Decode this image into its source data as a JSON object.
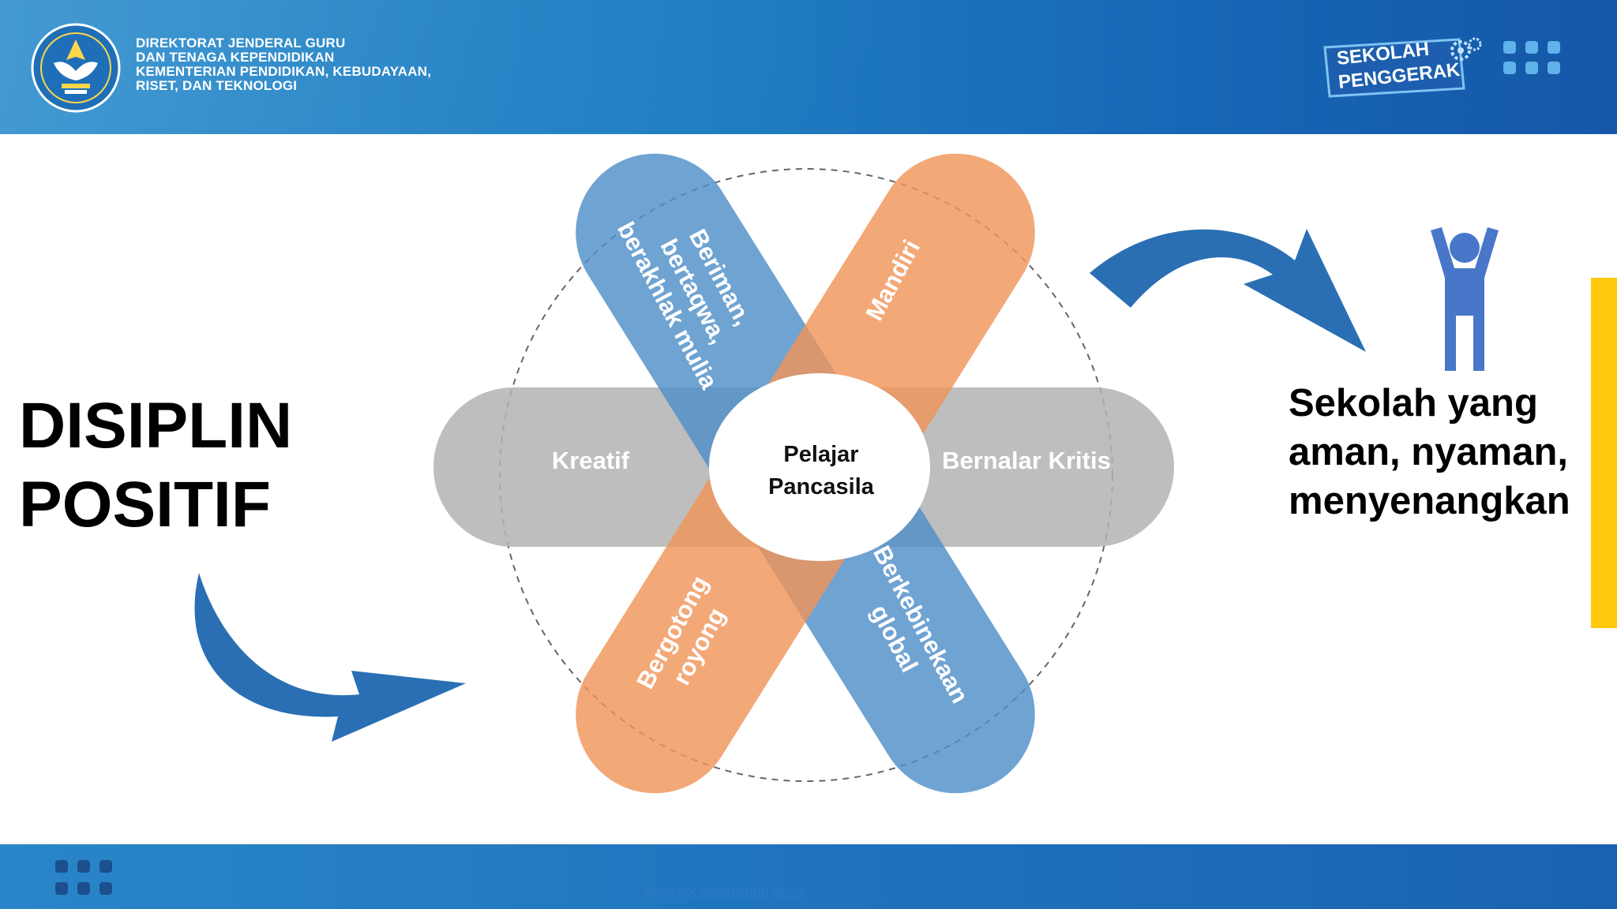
{
  "header": {
    "org_lines": [
      "DIREKTORAT JENDERAL GURU",
      "DAN TENAGA KEPENDIDIKAN",
      "KEMENTERIAN PENDIDIKAN, KEBUDAYAAN,",
      "RISET, DAN TEKNOLOGI"
    ],
    "badge_line1": "SEKOLAH",
    "badge_line2": "PENGGERAK"
  },
  "main": {
    "title_line1": "DISIPLIN",
    "title_line2": "POSITIF",
    "result_line1": "Sekolah yang",
    "result_line2": "aman, nyaman,",
    "result_line3": "menyenangkan"
  },
  "diagram": {
    "center_line1": "Pelajar",
    "center_line2": "Pancasila",
    "petals": {
      "beriman_line1": "Beriman,",
      "beriman_line2": "bertaqwa,",
      "beriman_line3": "berakhlak mulia",
      "mandiri": "Mandiri",
      "kreatif": "Kreatif",
      "bernalar": "Bernalar Kritis",
      "gotong_line1": "Bergotong",
      "gotong_line2": "royong",
      "kebinekaan_line1": "Berkebinekaan",
      "kebinekaan_line2": "global"
    },
    "colors": {
      "blue_petal": "#4f8fc8",
      "orange_petal": "#f0955a",
      "grey_petal": "#b3b3b3",
      "arrow_blue": "#2a6fb3",
      "person_blue": "#4877c9"
    }
  },
  "footer": {
    "link_text": "www.gtk.kemdikbud.go.id"
  }
}
